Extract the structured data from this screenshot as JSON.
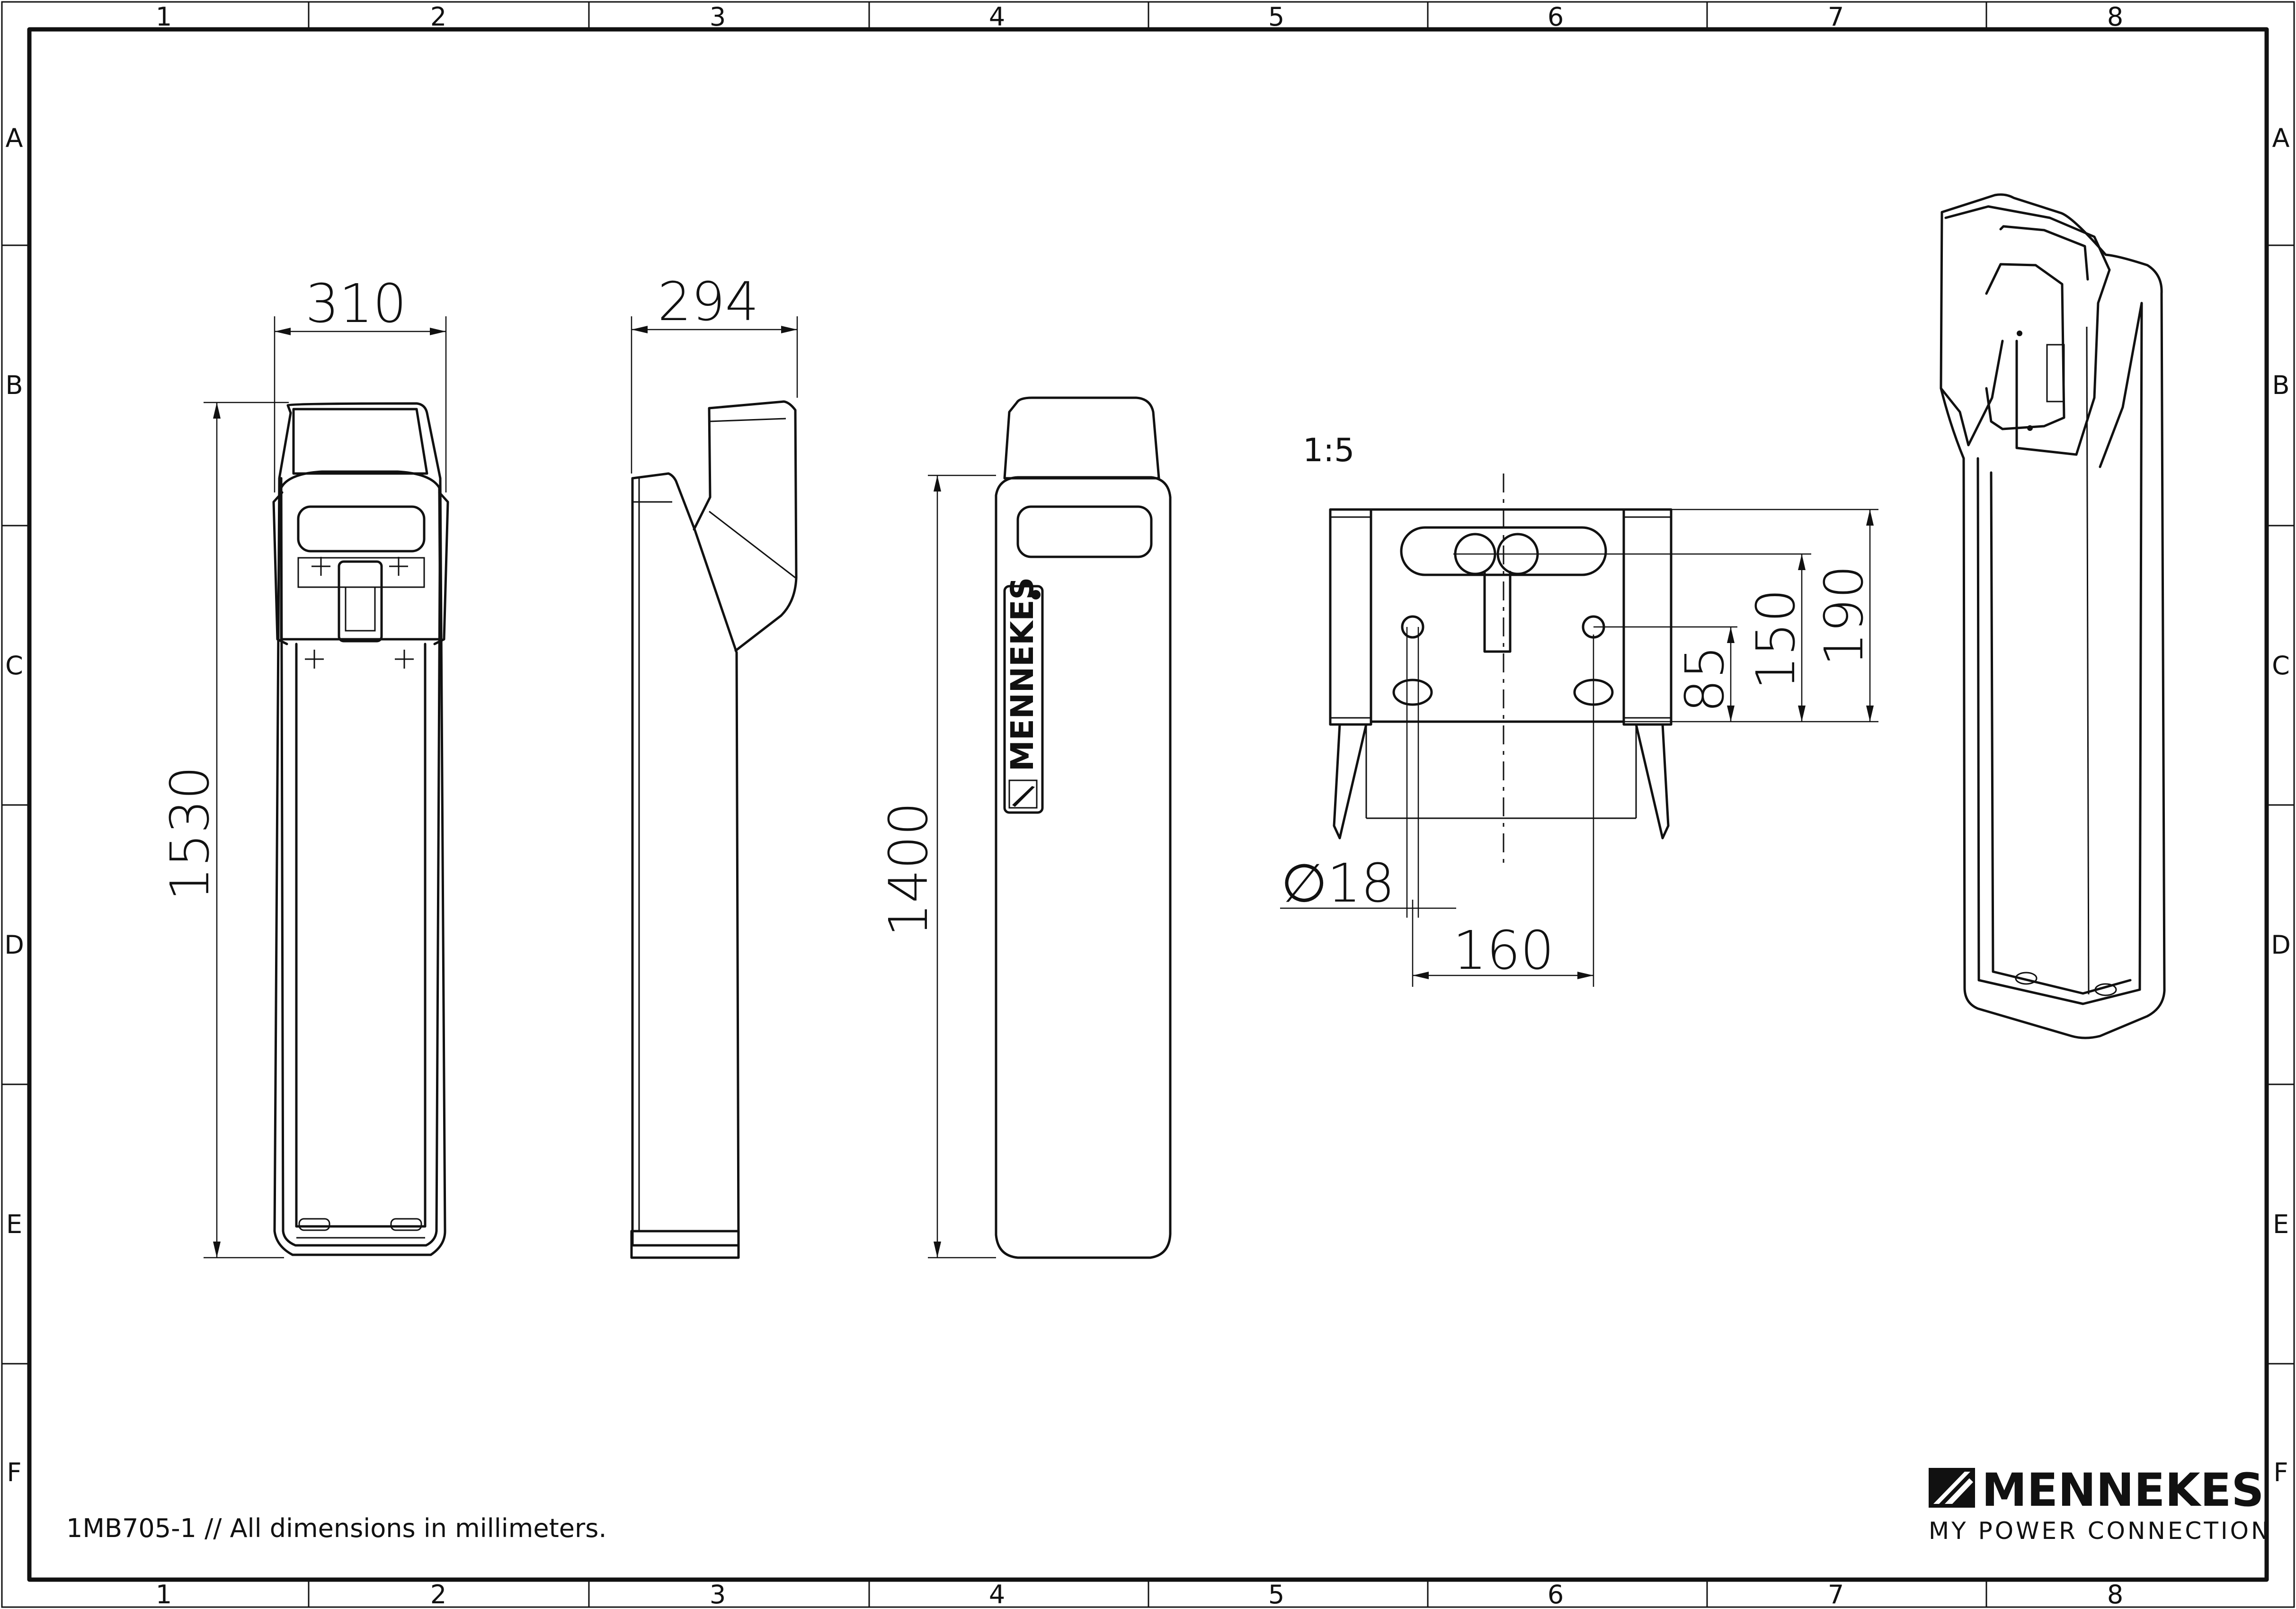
{
  "drawing": {
    "grid_columns": [
      "1",
      "2",
      "3",
      "4",
      "5",
      "6",
      "7",
      "8"
    ],
    "grid_rows": [
      "A",
      "B",
      "C",
      "D",
      "E",
      "F"
    ],
    "scale_label": "1:5",
    "front_view": {
      "width_dim": "310",
      "height_dim": "1530"
    },
    "side_view": {
      "depth_dim": "294"
    },
    "back_view": {
      "height_dim": "1400",
      "logo_label": "MENNEKES"
    },
    "base_plate": {
      "hole_diameter_dim": "∅18",
      "hole_spacing_dim": "160",
      "height_dim_85": "85",
      "height_dim_150": "150",
      "height_dim_190": "190"
    },
    "footer_note": "1MB705-1 // All dimensions in millimeters.",
    "brand": {
      "name": "MENNEKES",
      "tagline": "MY POWER CONNECTION"
    }
  }
}
